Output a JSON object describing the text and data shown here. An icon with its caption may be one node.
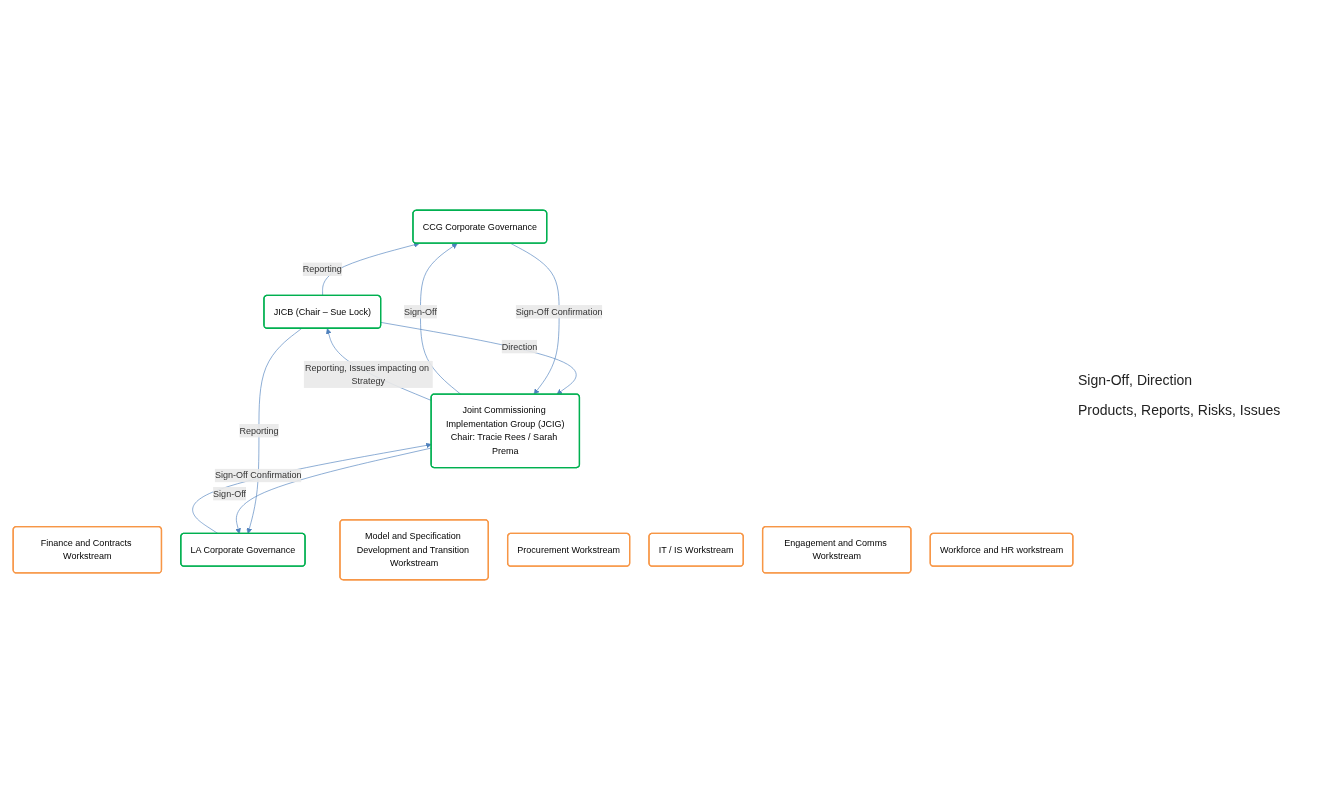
{
  "diagram": {
    "nodes": [
      {
        "text": [
          "LA Corporate Governance"
        ]
      },
      {
        "text": [
          "CCG Corporate Governance"
        ]
      },
      {
        "text": [
          "JICB (Chair – Sue Lock)"
        ]
      },
      {
        "text": [
          "Joint Commissioning Implementation Group (JCIG)",
          "Chair: Tracie Rees / Sarah Prema"
        ]
      },
      {
        "text": [
          "Finance and Contracts Workstream"
        ]
      },
      {
        "text": [
          "Model and Specification Development and Transition Workstream"
        ]
      },
      {
        "text": [
          "Procurement Workstream"
        ]
      },
      {
        "text": [
          "IT / IS Workstream"
        ]
      },
      {
        "text": [
          "Engagement and Comms Workstream"
        ]
      },
      {
        "text": [
          "Workforce and HR workstream"
        ]
      }
    ],
    "edges": [
      {
        "from": 3,
        "to": 0,
        "arrow": "to",
        "label": "Sign-Off"
      },
      {
        "from": 0,
        "to": 3,
        "arrow": "to",
        "label": "Sign-Off Confirmation"
      },
      {
        "from": 2,
        "to": 0,
        "arrow": "to",
        "label": "Reporting"
      },
      {
        "from": 2,
        "to": 1,
        "arrow": "to",
        "label": "Reporting"
      },
      {
        "from": 2,
        "to": 3,
        "arrow": "to",
        "label": "Direction"
      },
      {
        "from": 3,
        "to": 2,
        "arrow": "to",
        "label": "Reporting, Issues impacting on Strategy"
      },
      {
        "from": 1,
        "to": 3,
        "arrow": "to",
        "label": "Sign-Off Confirmation"
      },
      {
        "from": 3,
        "to": 1,
        "arrow": "to",
        "label": "Sign-Off"
      }
    ],
    "labels": [
      "Sign-Off, Direction",
      "Products, Reports, Risks, Issues"
    ]
  }
}
